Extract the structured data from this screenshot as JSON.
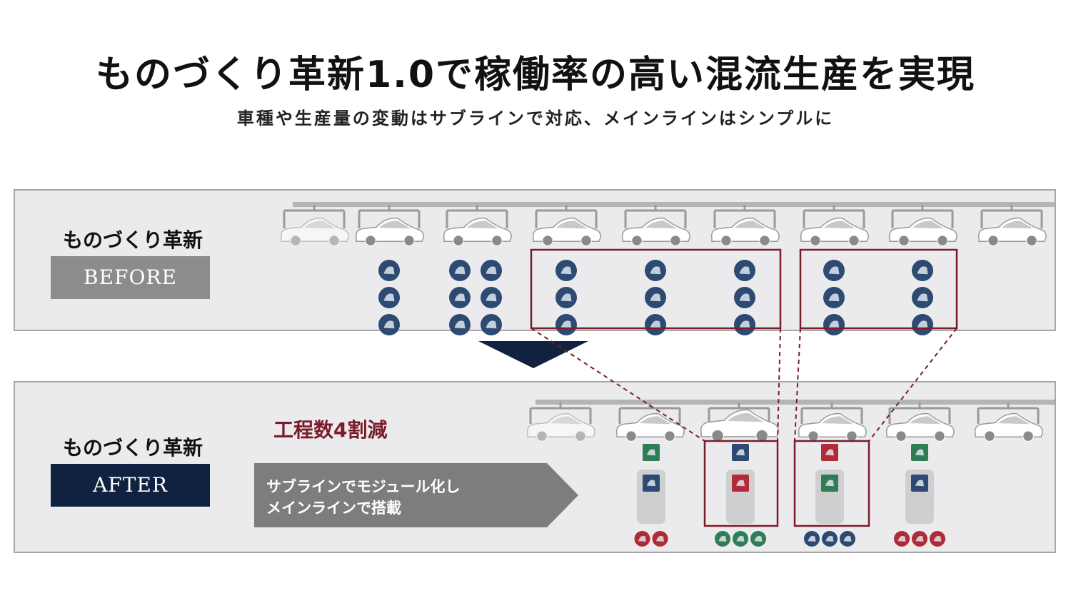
{
  "title": "ものづくり革新1.0で稼働率の高い混流生産を実現",
  "subtitle": "車種や生産量の変動はサブラインで対応、メインラインはシンプルに",
  "before": {
    "label": "ものづくり革新",
    "tag": "BEFORE"
  },
  "after": {
    "label": "ものづくり革新",
    "tag": "AFTER",
    "reduction": "工程数4割減",
    "arrow_text": "サブラインでモジュール化し\nメインラインで搭載"
  },
  "colors": {
    "panel_bg": "#ebebed",
    "navy": "#102240",
    "gray_tag": "#8c8c8c",
    "dark_red": "#7a1c2a",
    "part_blue": "#2d4a72",
    "part_red": "#b02a37",
    "part_green": "#2e7d55",
    "arrow_gray": "#7d7d7d"
  }
}
